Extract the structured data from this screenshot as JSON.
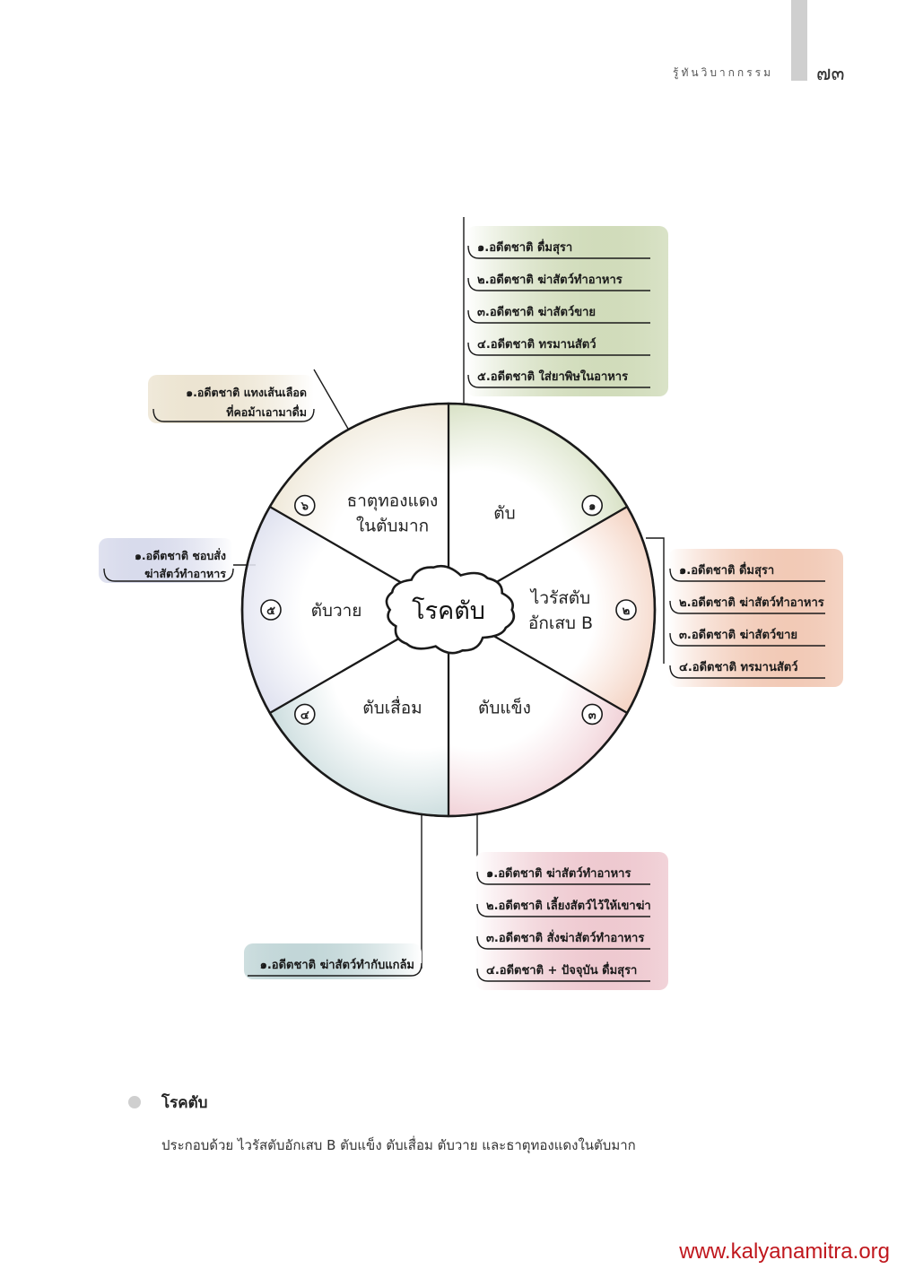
{
  "header": {
    "title": "รู้ทันวิบากกรรม",
    "page_number": "๗๓"
  },
  "diagram": {
    "center_label": "โรคตับ",
    "segments": [
      {
        "number": "๑",
        "label_lines": [
          "ตับ"
        ],
        "color": "#7a9a3a"
      },
      {
        "number": "๒",
        "label_lines": [
          "ไวรัสตับ",
          "อักเสบ B"
        ],
        "color": "#d9662e"
      },
      {
        "number": "๓",
        "label_lines": [
          "ตับแข็ง"
        ],
        "color": "#cf6478"
      },
      {
        "number": "๔",
        "label_lines": [
          "ตับเสื่อม"
        ],
        "color": "#4f8a8e"
      },
      {
        "number": "๕",
        "label_lines": [
          "ตับวาย"
        ],
        "color": "#8f97c8"
      },
      {
        "number": "๖",
        "label_lines": [
          "ธาตุทองแดง",
          "ในตับมาก"
        ],
        "color": "#c9b27c"
      }
    ],
    "callouts": [
      {
        "items": [
          "๑.อดีตชาติ ดื่มสุรา",
          "๒.อดีตชาติ ฆ่าสัตว์ทำอาหาร",
          "๓.อดีตชาติ ฆ่าสัตว์ขาย",
          "๔.อดีตชาติ ทรมานสัตว์",
          "๕.อดีตชาติ ใส่ยาพิษในอาหาร"
        ]
      },
      {
        "items": [
          "๑.อดีตชาติ ดื่มสุรา",
          "๒.อดีตชาติ ฆ่าสัตว์ทำอาหาร",
          "๓.อดีตชาติ ฆ่าสัตว์ขาย",
          "๔.อดีตชาติ ทรมานสัตว์"
        ]
      },
      {
        "items": [
          "๑.อดีตชาติ ฆ่าสัตว์ทำอาหาร",
          "๒.อดีตชาติ เลี้ยงสัตว์ไว้ให้เขาฆ่า",
          "๓.อดีตชาติ สั่งฆ่าสัตว์ทำอาหาร",
          "๔.อดีตชาติ + ปัจจุบัน ดื่มสุรา"
        ]
      },
      {
        "items": [
          "๑.อดีตชาติ ฆ่าสัตว์ทำกับแกล้ม"
        ]
      },
      {
        "items": [
          "๑.อดีตชาติ ชอบสั่ง",
          "ฆ่าสัตว์ทำอาหาร"
        ]
      },
      {
        "items": [
          "๑.อดีตชาติ แทงเส้นเลือด",
          "ที่คอม้าเอามาดื่ม"
        ]
      }
    ]
  },
  "caption": {
    "title": "โรคตับ",
    "text": "ประกอบด้วย ไวรัสตับอักเสบ B ตับแข็ง ตับเสื่อม ตับวาย และธาตุทองแดงในตับมาก"
  },
  "footer": {
    "url": "www.kalyanamitra.org",
    "url_color": "#c0171d"
  }
}
